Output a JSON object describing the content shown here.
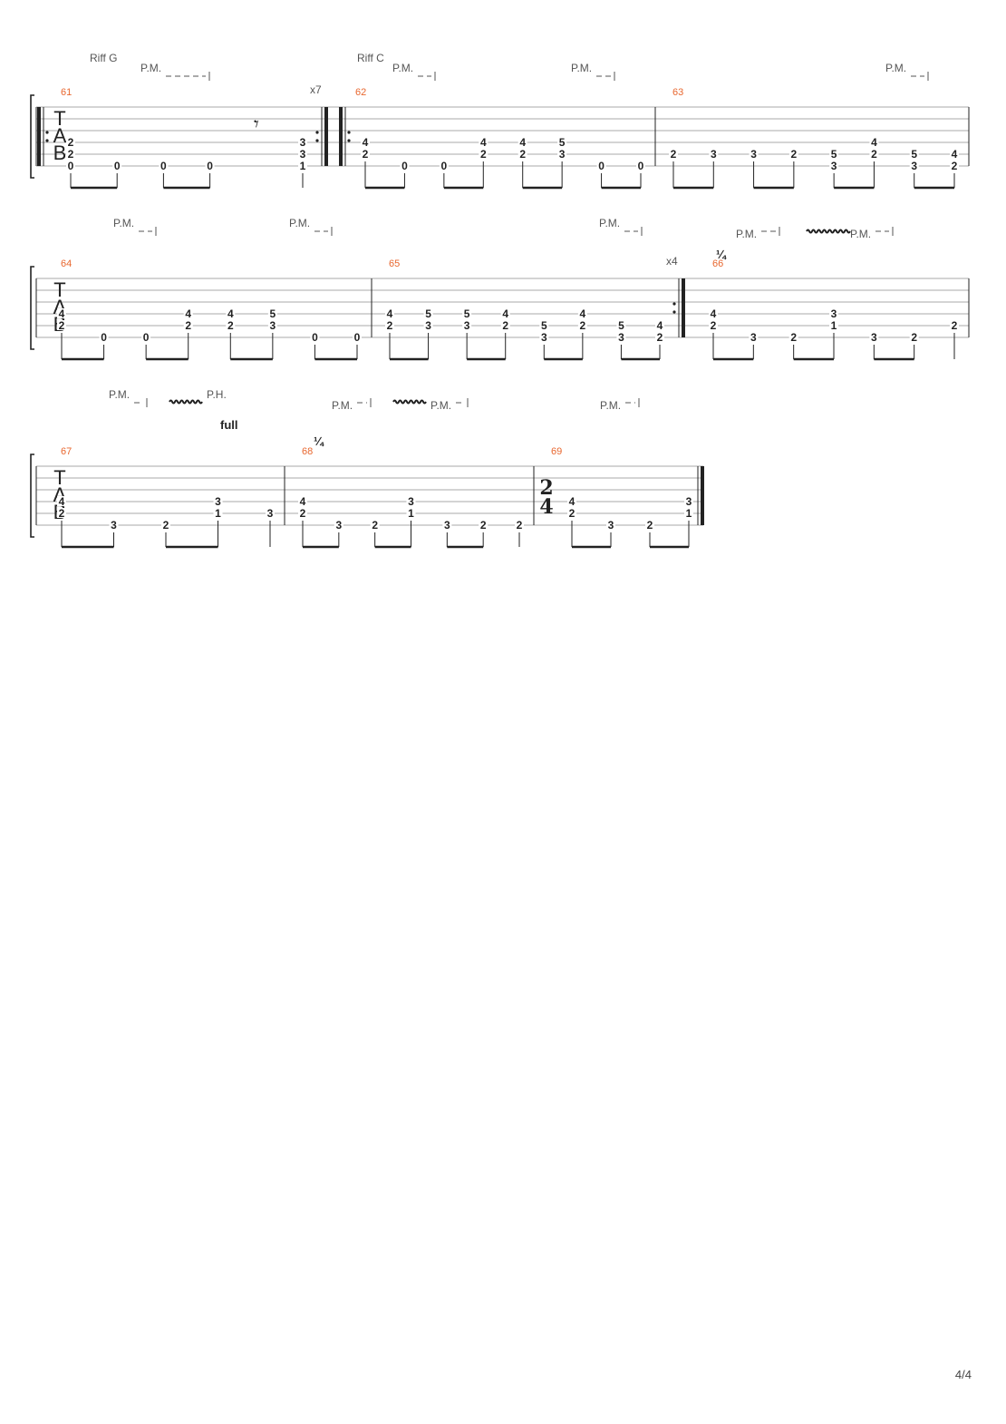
{
  "page": {
    "number": "4/4"
  },
  "labels": {
    "tab_t": "T",
    "tab_a": "A",
    "tab_b": "B"
  },
  "colors": {
    "measure_number": "#e8672f",
    "staff_line": "#aaaaaa",
    "ink": "#222222",
    "annotation": "#555555"
  },
  "systems": [
    {
      "annotations": [
        {
          "kind": "text",
          "text": "Riff G"
        },
        {
          "kind": "pm",
          "text": "P.M."
        },
        {
          "kind": "repeat_count",
          "text": "x7"
        },
        {
          "kind": "text",
          "text": "Riff C"
        },
        {
          "kind": "pm",
          "text": "P.M."
        },
        {
          "kind": "pm",
          "text": "P.M."
        },
        {
          "kind": "pm",
          "text": "P.M."
        }
      ],
      "measures": [
        {
          "number": "61",
          "repeat_start": true,
          "repeat_end": true,
          "beats": [
            {
              "notes": [
                {
                  "string": 3,
                  "fret": "2"
                },
                {
                  "string": 4,
                  "fret": "2"
                },
                {
                  "string": 5,
                  "fret": "0"
                }
              ]
            },
            {
              "notes": [
                {
                  "string": 5,
                  "fret": "0"
                }
              ]
            },
            {
              "notes": [
                {
                  "string": 5,
                  "fret": "0"
                }
              ]
            },
            {
              "notes": [
                {
                  "string": 5,
                  "fret": "0"
                }
              ]
            },
            {
              "rest": "eighth"
            },
            {
              "notes": [
                {
                  "string": 3,
                  "fret": "3"
                },
                {
                  "string": 4,
                  "fret": "3"
                },
                {
                  "string": 5,
                  "fret": "1"
                }
              ]
            }
          ]
        },
        {
          "number": "62",
          "repeat_start": true,
          "beats": [
            {
              "notes": [
                {
                  "string": 3,
                  "fret": "4"
                },
                {
                  "string": 4,
                  "fret": "2"
                }
              ]
            },
            {
              "notes": [
                {
                  "string": 5,
                  "fret": "0"
                }
              ]
            },
            {
              "notes": [
                {
                  "string": 5,
                  "fret": "0"
                }
              ]
            },
            {
              "notes": [
                {
                  "string": 3,
                  "fret": "4"
                },
                {
                  "string": 4,
                  "fret": "2"
                }
              ]
            },
            {
              "notes": [
                {
                  "string": 3,
                  "fret": "4"
                },
                {
                  "string": 4,
                  "fret": "2"
                }
              ]
            },
            {
              "notes": [
                {
                  "string": 3,
                  "fret": "5"
                },
                {
                  "string": 4,
                  "fret": "3"
                }
              ]
            },
            {
              "notes": [
                {
                  "string": 5,
                  "fret": "0"
                }
              ]
            },
            {
              "notes": [
                {
                  "string": 5,
                  "fret": "0"
                }
              ]
            }
          ]
        },
        {
          "number": "63",
          "beats": [
            {
              "notes": [
                {
                  "string": 4,
                  "fret": "2"
                }
              ]
            },
            {
              "notes": [
                {
                  "string": 4,
                  "fret": "3"
                }
              ]
            },
            {
              "notes": [
                {
                  "string": 4,
                  "fret": "3"
                }
              ]
            },
            {
              "notes": [
                {
                  "string": 4,
                  "fret": "2"
                }
              ]
            },
            {
              "notes": [
                {
                  "string": 4,
                  "fret": "5"
                },
                {
                  "string": 5,
                  "fret": "3"
                }
              ]
            },
            {
              "notes": [
                {
                  "string": 3,
                  "fret": "4"
                },
                {
                  "string": 4,
                  "fret": "2"
                }
              ]
            },
            {
              "notes": [
                {
                  "string": 4,
                  "fret": "5"
                },
                {
                  "string": 5,
                  "fret": "3"
                }
              ]
            },
            {
              "notes": [
                {
                  "string": 4,
                  "fret": "4"
                },
                {
                  "string": 5,
                  "fret": "2"
                }
              ]
            }
          ]
        }
      ]
    },
    {
      "annotations": [
        {
          "kind": "pm",
          "text": "P.M."
        },
        {
          "kind": "pm",
          "text": "P.M."
        },
        {
          "kind": "pm",
          "text": "P.M."
        },
        {
          "kind": "repeat_count",
          "text": "x4"
        },
        {
          "kind": "bend",
          "text": "¼"
        },
        {
          "kind": "pm",
          "text": "P.M."
        },
        {
          "kind": "pm",
          "text": "P.M."
        }
      ],
      "measures": [
        {
          "number": "64",
          "beats": [
            {
              "notes": [
                {
                  "string": 3,
                  "fret": "4"
                },
                {
                  "string": 4,
                  "fret": "2"
                }
              ]
            },
            {
              "notes": [
                {
                  "string": 5,
                  "fret": "0"
                }
              ]
            },
            {
              "notes": [
                {
                  "string": 5,
                  "fret": "0"
                }
              ]
            },
            {
              "notes": [
                {
                  "string": 3,
                  "fret": "4"
                },
                {
                  "string": 4,
                  "fret": "2"
                }
              ]
            },
            {
              "notes": [
                {
                  "string": 3,
                  "fret": "4"
                },
                {
                  "string": 4,
                  "fret": "2"
                }
              ]
            },
            {
              "notes": [
                {
                  "string": 3,
                  "fret": "5"
                },
                {
                  "string": 4,
                  "fret": "3"
                }
              ]
            },
            {
              "notes": [
                {
                  "string": 5,
                  "fret": "0"
                }
              ]
            },
            {
              "notes": [
                {
                  "string": 5,
                  "fret": "0"
                }
              ]
            }
          ]
        },
        {
          "number": "65",
          "repeat_end": true,
          "beats": [
            {
              "notes": [
                {
                  "string": 3,
                  "fret": "4"
                },
                {
                  "string": 4,
                  "fret": "2"
                }
              ]
            },
            {
              "notes": [
                {
                  "string": 3,
                  "fret": "5"
                },
                {
                  "string": 4,
                  "fret": "3"
                }
              ]
            },
            {
              "notes": [
                {
                  "string": 3,
                  "fret": "5"
                },
                {
                  "string": 4,
                  "fret": "3"
                }
              ]
            },
            {
              "notes": [
                {
                  "string": 3,
                  "fret": "4"
                },
                {
                  "string": 4,
                  "fret": "2"
                }
              ]
            },
            {
              "notes": [
                {
                  "string": 4,
                  "fret": "5"
                },
                {
                  "string": 5,
                  "fret": "3"
                }
              ]
            },
            {
              "notes": [
                {
                  "string": 3,
                  "fret": "4"
                },
                {
                  "string": 4,
                  "fret": "2"
                }
              ]
            },
            {
              "notes": [
                {
                  "string": 4,
                  "fret": "5"
                },
                {
                  "string": 5,
                  "fret": "3"
                }
              ]
            },
            {
              "notes": [
                {
                  "string": 4,
                  "fret": "4"
                },
                {
                  "string": 5,
                  "fret": "2"
                }
              ]
            }
          ]
        },
        {
          "number": "66",
          "beats": [
            {
              "notes": [
                {
                  "string": 3,
                  "fret": "4"
                },
                {
                  "string": 4,
                  "fret": "2"
                }
              ]
            },
            {
              "notes": [
                {
                  "string": 5,
                  "fret": "3"
                }
              ]
            },
            {
              "notes": [
                {
                  "string": 5,
                  "fret": "2"
                }
              ]
            },
            {
              "notes": [
                {
                  "string": 3,
                  "fret": "3"
                },
                {
                  "string": 4,
                  "fret": "1"
                }
              ]
            },
            {
              "notes": [
                {
                  "string": 5,
                  "fret": "3"
                }
              ]
            },
            {
              "notes": [
                {
                  "string": 5,
                  "fret": "2"
                }
              ]
            },
            {
              "notes": [
                {
                  "string": 4,
                  "fret": "2"
                }
              ]
            }
          ]
        }
      ]
    },
    {
      "annotations": [
        {
          "kind": "pm",
          "text": "P.M."
        },
        {
          "kind": "text",
          "text": "P.H."
        },
        {
          "kind": "bend",
          "text": "full"
        },
        {
          "kind": "bend",
          "text": "¼"
        },
        {
          "kind": "pm",
          "text": "P.M."
        },
        {
          "kind": "pm",
          "text": "P.M."
        },
        {
          "kind": "pm",
          "text": "P.M."
        }
      ],
      "measures": [
        {
          "number": "67",
          "beats": [
            {
              "notes": [
                {
                  "string": 3,
                  "fret": "4"
                },
                {
                  "string": 4,
                  "fret": "2"
                }
              ]
            },
            {
              "notes": [
                {
                  "string": 5,
                  "fret": "3"
                }
              ]
            },
            {
              "notes": [
                {
                  "string": 5,
                  "fret": "2"
                }
              ]
            },
            {
              "notes": [
                {
                  "string": 3,
                  "fret": "3"
                },
                {
                  "string": 4,
                  "fret": "1"
                }
              ]
            },
            {
              "notes": [
                {
                  "string": 4,
                  "fret": "3"
                }
              ]
            }
          ]
        },
        {
          "number": "68",
          "beats": [
            {
              "notes": [
                {
                  "string": 3,
                  "fret": "4"
                },
                {
                  "string": 4,
                  "fret": "2"
                }
              ]
            },
            {
              "notes": [
                {
                  "string": 5,
                  "fret": "3"
                }
              ]
            },
            {
              "notes": [
                {
                  "string": 5,
                  "fret": "2"
                }
              ]
            },
            {
              "notes": [
                {
                  "string": 3,
                  "fret": "3"
                },
                {
                  "string": 4,
                  "fret": "1"
                }
              ]
            },
            {
              "notes": [
                {
                  "string": 5,
                  "fret": "3"
                }
              ]
            },
            {
              "notes": [
                {
                  "string": 5,
                  "fret": "2"
                }
              ]
            },
            {
              "notes": [
                {
                  "string": 5,
                  "fret": "2"
                }
              ]
            }
          ]
        },
        {
          "number": "69",
          "time_signature": {
            "top": "2",
            "bottom": "4"
          },
          "final": true,
          "beats": [
            {
              "notes": [
                {
                  "string": 3,
                  "fret": "4"
                },
                {
                  "string": 4,
                  "fret": "2"
                }
              ]
            },
            {
              "notes": [
                {
                  "string": 5,
                  "fret": "3"
                }
              ]
            },
            {
              "notes": [
                {
                  "string": 5,
                  "fret": "2"
                }
              ]
            },
            {
              "notes": [
                {
                  "string": 3,
                  "fret": "3"
                },
                {
                  "string": 4,
                  "fret": "1"
                }
              ]
            }
          ]
        }
      ]
    }
  ]
}
